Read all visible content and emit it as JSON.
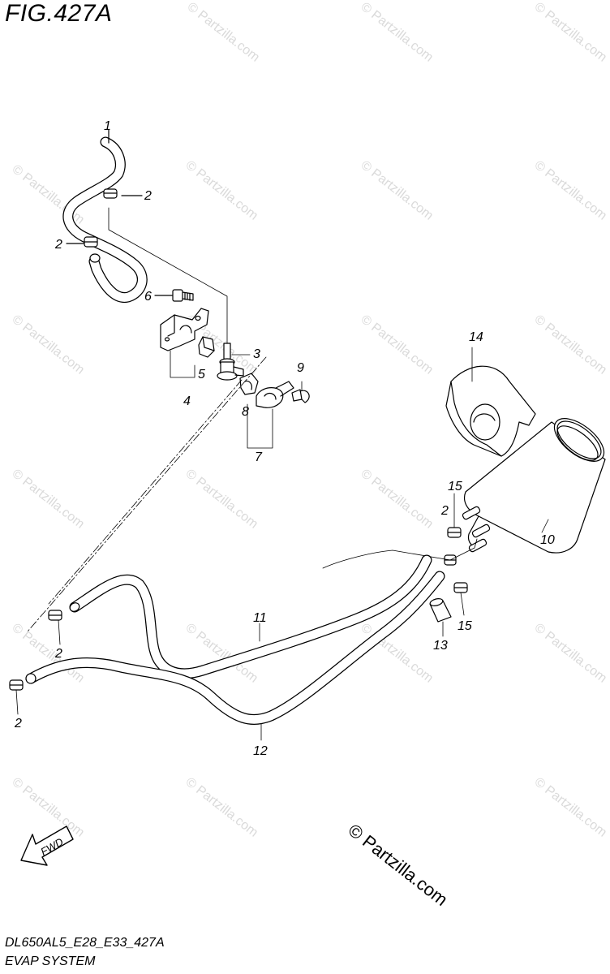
{
  "header": {
    "figure_title": "FIG.427A"
  },
  "footer": {
    "model_code": "DL650AL5_E28_E33_427A",
    "section_name": "EVAP SYSTEM"
  },
  "copyright": {
    "text": "© Partzilla.com"
  },
  "watermark": {
    "text": "© Partzilla.com"
  },
  "direction_arrow": {
    "label": "FWD"
  },
  "callouts": {
    "c1": "1",
    "c2a": "2",
    "c2b": "2",
    "c2c": "2",
    "c2d": "2",
    "c2e": "2",
    "c3": "3",
    "c4": "4",
    "c5": "5",
    "c6": "6",
    "c7": "7",
    "c8": "8",
    "c9": "9",
    "c10": "10",
    "c11": "11",
    "c12": "12",
    "c13": "13",
    "c14": "14",
    "c15a": "15",
    "c15b": "15"
  },
  "colors": {
    "line": "#000000",
    "watermark": "#dadada",
    "background": "#ffffff"
  }
}
